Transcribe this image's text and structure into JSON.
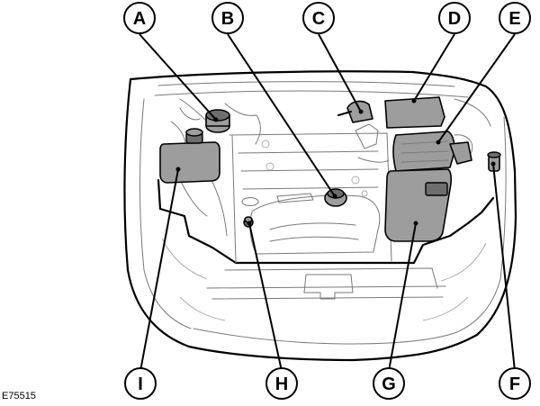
{
  "reference_code": "E75515",
  "callouts": {
    "a": "A",
    "b": "B",
    "c": "C",
    "d": "D",
    "e": "E",
    "f": "F",
    "g": "G",
    "h": "H",
    "i": "I"
  },
  "colors": {
    "component_fill": "#9d9d9d",
    "component_dark": "#6e6e6e",
    "line": "#000000",
    "detail_line": "#7a7a7a"
  }
}
